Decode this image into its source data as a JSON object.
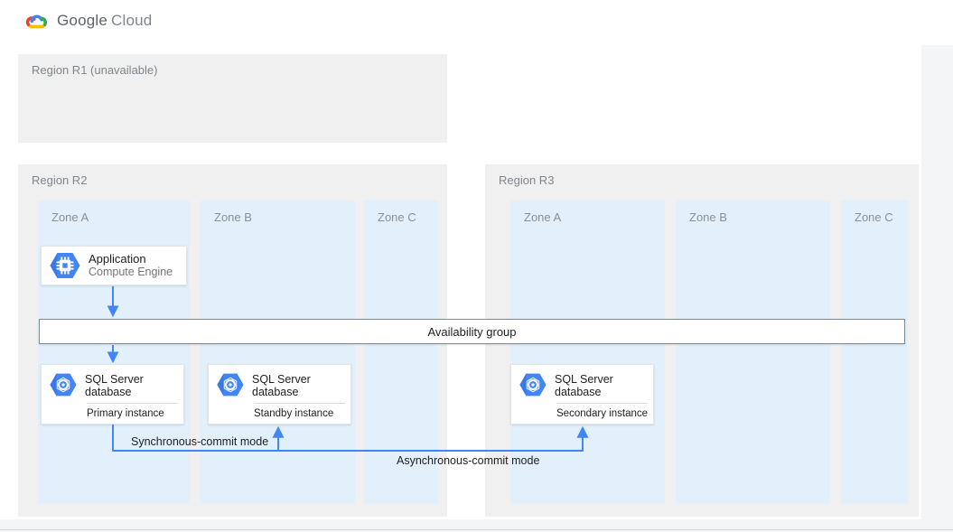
{
  "header": {
    "logo_icon": "google-cloud-logo",
    "brand": "Google",
    "product": "Cloud"
  },
  "regions": [
    {
      "label": "Region R1 (unavailable)",
      "zones": []
    },
    {
      "label": "Region R2",
      "zones": [
        "Zone A",
        "Zone B",
        "Zone C"
      ]
    },
    {
      "label": "Region R3",
      "zones": [
        "Zone A",
        "Zone B",
        "Zone C"
      ]
    }
  ],
  "cards": {
    "application": {
      "icon": "compute-engine-icon",
      "title": "Application",
      "subtitle": "Compute Engine"
    },
    "availability_group": {
      "label": "Availability group"
    },
    "sql_instances": [
      {
        "icon": "cloud-sql-icon",
        "title": "SQL Server database",
        "instance": "Primary instance"
      },
      {
        "icon": "cloud-sql-icon",
        "title": "SQL Server database",
        "instance": "Standby instance"
      },
      {
        "icon": "cloud-sql-icon",
        "title": "SQL Server database",
        "instance": "Secondary instance"
      }
    ]
  },
  "connections": {
    "sync_label": "Synchronous-commit mode",
    "async_label": "Asynchronous-commit mode"
  },
  "colors": {
    "arrow_blue": "#4285f4",
    "region_bg": "#f0f0f0",
    "zone_bg": "#e1f0fb",
    "card_border": "#e2e4e7",
    "availability_border": "#85898c",
    "hexagon_blue": "#4285f4",
    "hexagon_shade": "#3b78e7",
    "logo_red": "#EA4335",
    "logo_blue": "#4285F4",
    "logo_green": "#34A853",
    "logo_yellow": "#FBBC05",
    "label_gray": "#80868b",
    "text_dark": "#202124"
  }
}
